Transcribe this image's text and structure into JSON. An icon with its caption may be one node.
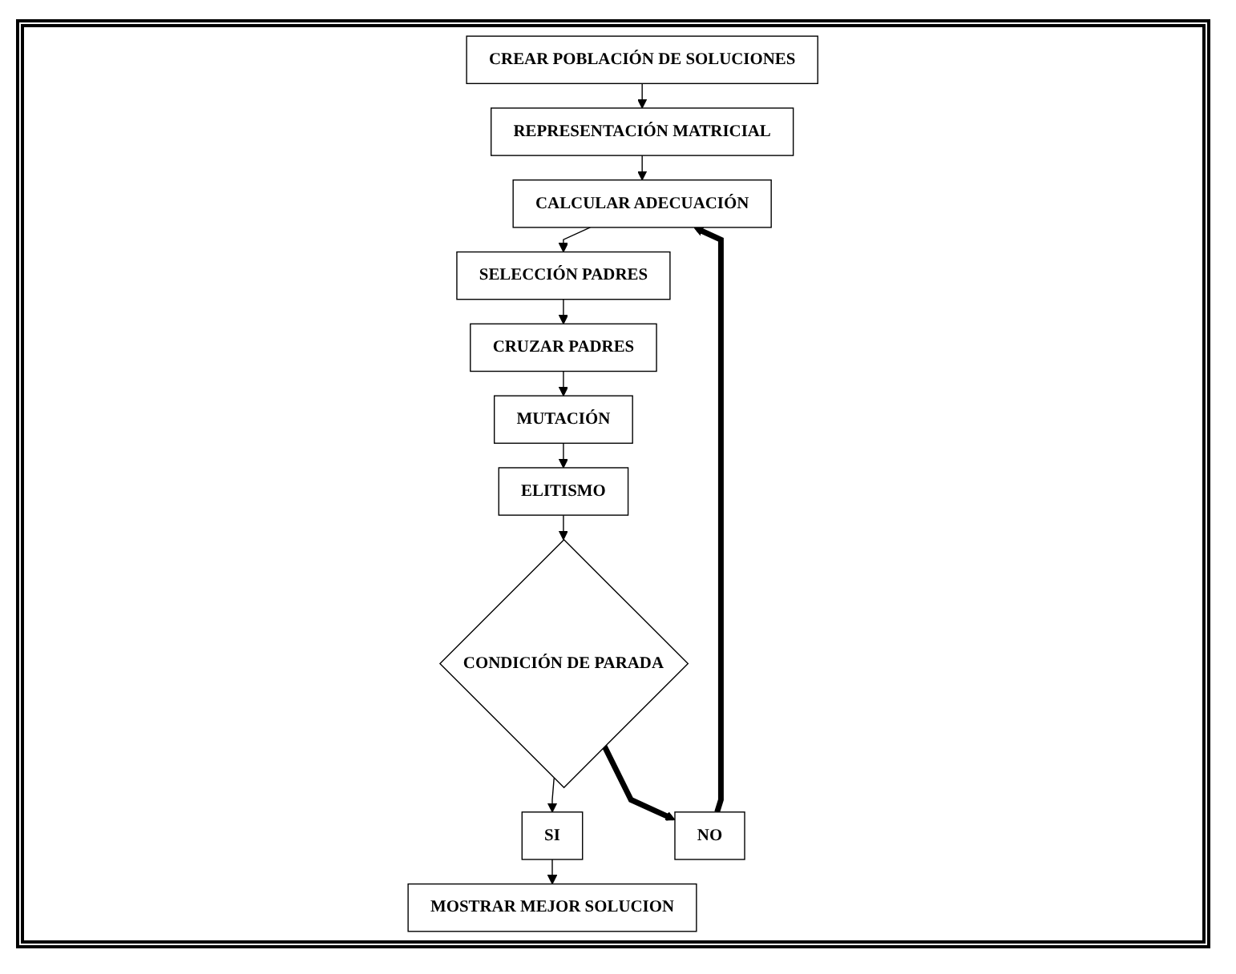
{
  "diagram": {
    "nodes": [
      {
        "text": [
          "CREAR POBLACIÓN DE SOLUCIONES"
        ]
      },
      {
        "text": [
          "REPRESENTACIÓN MATRICIAL"
        ]
      },
      {
        "text": [
          "CALCULAR ADECUACIÓN"
        ]
      },
      {
        "text": [
          "SELECCIÓN PADRES"
        ]
      },
      {
        "text": [
          "CRUZAR PADRES"
        ]
      },
      {
        "text": [
          "MUTACIÓN"
        ]
      },
      {
        "text": [
          "ELITISMO"
        ]
      },
      {
        "text": [
          "CONDICIÓN DE PARADA"
        ]
      },
      {
        "text": [
          "SI"
        ]
      },
      {
        "text": [
          "MOSTRAR MEJOR SOLUCION"
        ]
      },
      {
        "text": [
          "NO"
        ]
      }
    ],
    "edges": [
      {
        "from": 0,
        "to": 1,
        "arrow": "to"
      },
      {
        "from": 1,
        "to": 2,
        "arrow": "to"
      },
      {
        "from": 2,
        "to": 3,
        "arrow": "to"
      },
      {
        "from": 3,
        "to": 4,
        "arrow": "to"
      },
      {
        "from": 4,
        "to": 5,
        "arrow": "to"
      },
      {
        "from": 5,
        "to": 6,
        "arrow": "to"
      },
      {
        "from": 6,
        "to": 7,
        "arrow": "to"
      },
      {
        "from": 7,
        "to": 8,
        "arrow": "to"
      },
      {
        "from": 8,
        "to": 9,
        "arrow": "to"
      },
      {
        "from": 7,
        "to": 10,
        "arrow": "to",
        "style": "thick"
      },
      {
        "from": 10,
        "to": 2,
        "arrow": "to",
        "style": "thick"
      }
    ]
  }
}
